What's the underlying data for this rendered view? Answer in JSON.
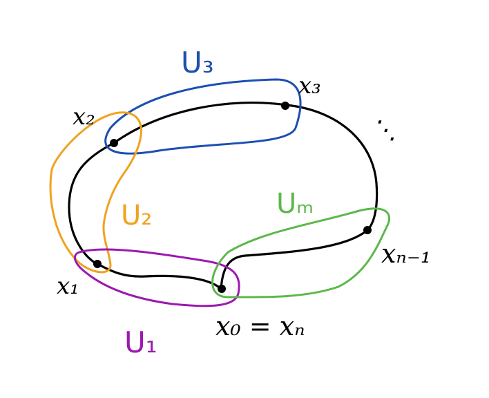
{
  "diagram": {
    "points": {
      "x0": "x₀ = xₙ",
      "x1": "x₁",
      "x2": "x₂",
      "x3": "x₃",
      "xn1": "xₙ₋₁",
      "dots": "⋱"
    },
    "sets": {
      "u1": "U₁",
      "u2": "U₂",
      "u3": "U₃",
      "um": "Uₘ"
    }
  },
  "colors": {
    "curve": "#000000",
    "u1": "#9c19b0",
    "u2": "#f0a220",
    "u3": "#1c4fb0",
    "um": "#5cb84a"
  }
}
